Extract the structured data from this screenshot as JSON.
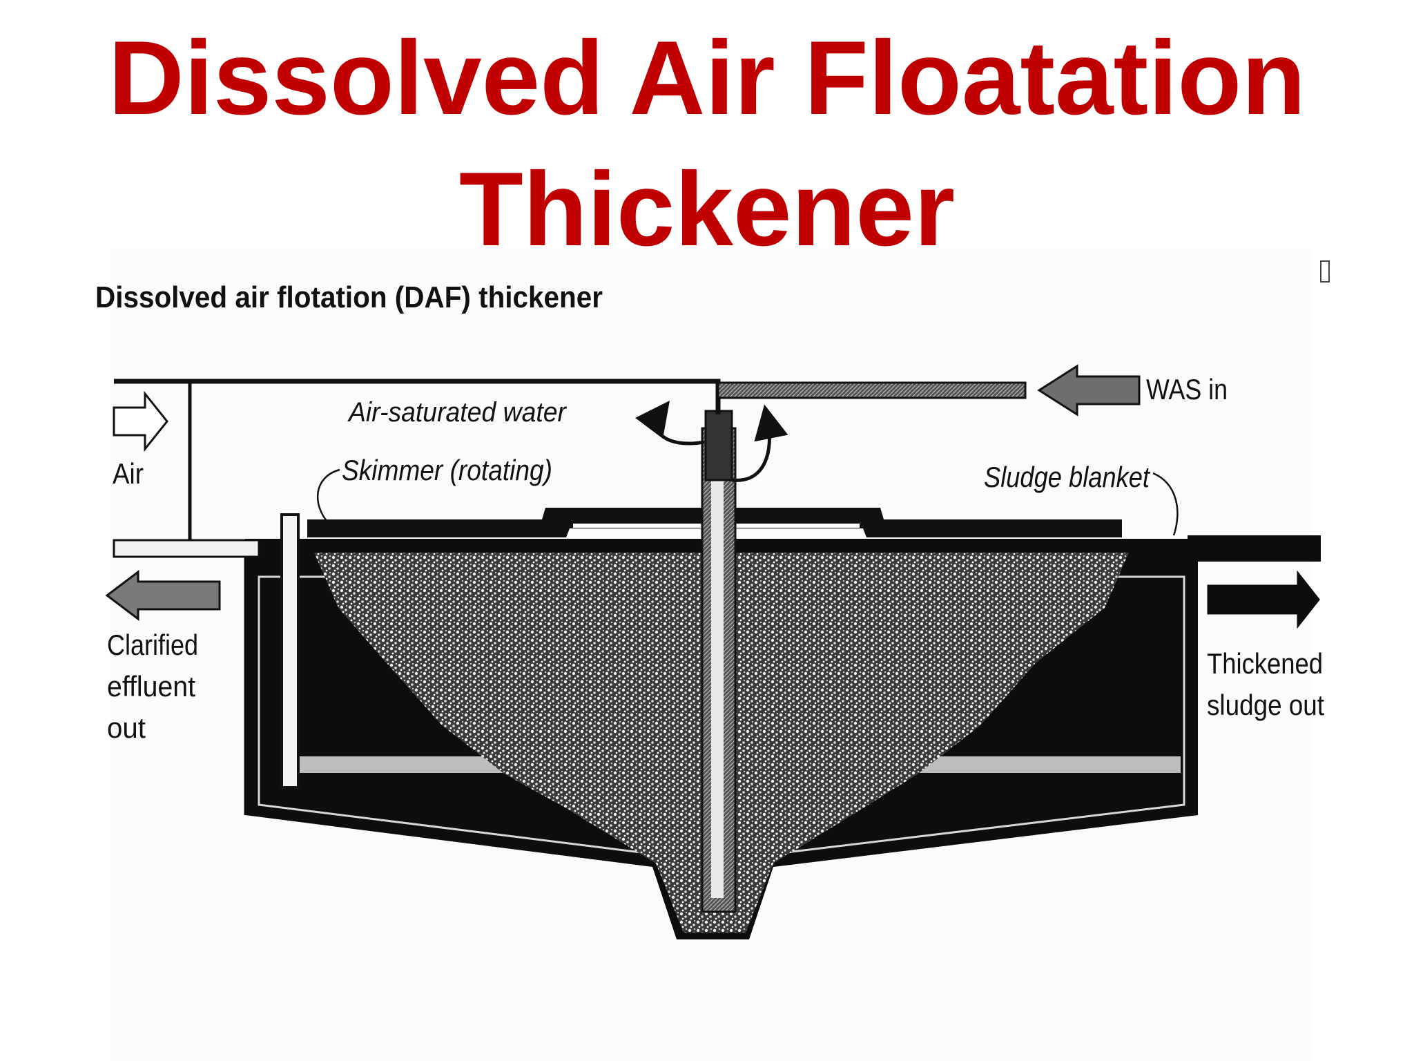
{
  "slide": {
    "title_line1": "Dissolved Air Floatation",
    "title_line2": "Thickener"
  },
  "diagram": {
    "caption": "Dissolved air flotation (DAF) thickener",
    "labels": {
      "air": "Air",
      "air_saturated_water": "Air-saturated water",
      "skimmer": "Skimmer (rotating)",
      "sludge_blanket": "Sludge blanket",
      "was_in": "WAS in",
      "clarified_1": "Clarified",
      "clarified_2": "effluent",
      "clarified_3": "out",
      "thickened_1": "Thickened",
      "thickened_2": "sludge out"
    },
    "colors": {
      "title": "#c00000",
      "ink": "#111111",
      "sludge": "#9a9a9a"
    }
  }
}
